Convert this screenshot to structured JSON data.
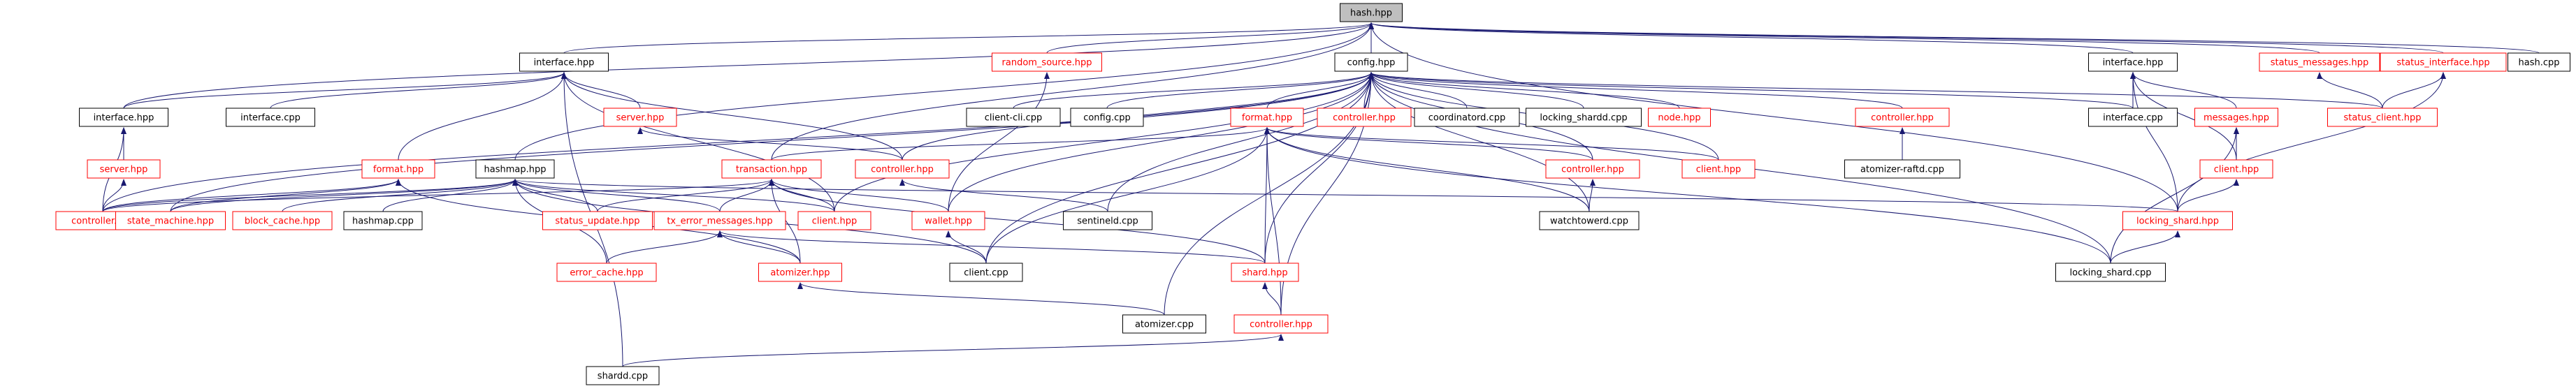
{
  "graph": {
    "colors": {
      "highlight_fill": "#bfbfbf",
      "node_fill": "#ffffff",
      "black_border": "#000000",
      "red_border": "#ff0000",
      "edge": "#191970",
      "text_normal": "#000000",
      "text_red": "#ff0000"
    },
    "nodes": {
      "hash_hpp": {
        "label": "hash.hpp",
        "style": "highlight"
      },
      "interface_hpp_a": {
        "label": "interface.hpp",
        "style": "black"
      },
      "random_source_hpp": {
        "label": "random_source.hpp",
        "style": "red"
      },
      "config_hpp": {
        "label": "config.hpp",
        "style": "black"
      },
      "interface_hpp_b": {
        "label": "interface.hpp",
        "style": "black"
      },
      "status_messages_hpp": {
        "label": "status_messages.hpp",
        "style": "red"
      },
      "status_interface_hpp": {
        "label": "status_interface.hpp",
        "style": "red"
      },
      "hash_cpp": {
        "label": "hash.cpp",
        "style": "black"
      },
      "interface_hpp_c": {
        "label": "interface.hpp",
        "style": "black"
      },
      "interface_cpp_a": {
        "label": "interface.cpp",
        "style": "black"
      },
      "server_hpp_a": {
        "label": "server.hpp",
        "style": "red"
      },
      "client_cli_cpp": {
        "label": "client-cli.cpp",
        "style": "black"
      },
      "config_cpp": {
        "label": "config.cpp",
        "style": "black"
      },
      "format_hpp_a": {
        "label": "format.hpp",
        "style": "red"
      },
      "controller_hpp_a": {
        "label": "controller.hpp",
        "style": "red"
      },
      "coordinatord_cpp": {
        "label": "coordinatord.cpp",
        "style": "black"
      },
      "locking_shardd_cpp": {
        "label": "locking_shardd.cpp",
        "style": "black"
      },
      "node_hpp": {
        "label": "node.hpp",
        "style": "red"
      },
      "controller_hpp_b": {
        "label": "controller.hpp",
        "style": "red"
      },
      "interface_cpp_b": {
        "label": "interface.cpp",
        "style": "black"
      },
      "messages_hpp": {
        "label": "messages.hpp",
        "style": "red"
      },
      "status_client_hpp": {
        "label": "status_client.hpp",
        "style": "red"
      },
      "server_hpp_b": {
        "label": "server.hpp",
        "style": "red"
      },
      "format_hpp_b": {
        "label": "format.hpp",
        "style": "red"
      },
      "hashmap_hpp": {
        "label": "hashmap.hpp",
        "style": "black"
      },
      "transaction_hpp": {
        "label": "transaction.hpp",
        "style": "red"
      },
      "controller_hpp_c": {
        "label": "controller.hpp",
        "style": "red"
      },
      "controller_hpp_d": {
        "label": "controller.hpp",
        "style": "red"
      },
      "client_hpp_a": {
        "label": "client.hpp",
        "style": "red"
      },
      "atomizer_raftd_cpp": {
        "label": "atomizer-raftd.cpp",
        "style": "black"
      },
      "client_hpp_b": {
        "label": "client.hpp",
        "style": "red"
      },
      "controller_hpp_e": {
        "label": "controller.hpp",
        "style": "red"
      },
      "state_machine_hpp": {
        "label": "state_machine.hpp",
        "style": "red"
      },
      "block_cache_hpp": {
        "label": "block_cache.hpp",
        "style": "red"
      },
      "hashmap_cpp": {
        "label": "hashmap.cpp",
        "style": "black"
      },
      "status_update_hpp": {
        "label": "status_update.hpp",
        "style": "red"
      },
      "tx_error_messages_hpp": {
        "label": "tx_error_messages.hpp",
        "style": "red"
      },
      "client_hpp_c": {
        "label": "client.hpp",
        "style": "red"
      },
      "wallet_hpp": {
        "label": "wallet.hpp",
        "style": "red"
      },
      "sentineld_cpp": {
        "label": "sentineld.cpp",
        "style": "black"
      },
      "watchtowerd_cpp": {
        "label": "watchtowerd.cpp",
        "style": "black"
      },
      "locking_shard_hpp": {
        "label": "locking_shard.hpp",
        "style": "red"
      },
      "error_cache_hpp": {
        "label": "error_cache.hpp",
        "style": "red"
      },
      "atomizer_hpp": {
        "label": "atomizer.hpp",
        "style": "red"
      },
      "client_cpp": {
        "label": "client.cpp",
        "style": "black"
      },
      "shard_hpp": {
        "label": "shard.hpp",
        "style": "red"
      },
      "locking_shard_cpp": {
        "label": "locking_shard.cpp",
        "style": "black"
      },
      "atomizer_cpp": {
        "label": "atomizer.cpp",
        "style": "black"
      },
      "controller_hpp_f": {
        "label": "controller.hpp",
        "style": "red"
      },
      "shardd_cpp": {
        "label": "shardd.cpp",
        "style": "black"
      }
    },
    "edges": [
      [
        "interface_hpp_a",
        "hash_hpp"
      ],
      [
        "random_source_hpp",
        "hash_hpp"
      ],
      [
        "config_hpp",
        "hash_hpp"
      ],
      [
        "interface_hpp_b",
        "hash_hpp"
      ],
      [
        "status_messages_hpp",
        "hash_hpp"
      ],
      [
        "status_interface_hpp",
        "hash_hpp"
      ],
      [
        "hash_cpp",
        "hash_hpp"
      ],
      [
        "interface_hpp_c",
        "hash_hpp"
      ],
      [
        "hashmap_hpp",
        "hash_hpp"
      ],
      [
        "transaction_hpp",
        "hash_hpp"
      ],
      [
        "locking_shard_hpp",
        "hash_hpp"
      ],
      [
        "interface_hpp_c",
        "interface_hpp_a"
      ],
      [
        "interface_cpp_a",
        "interface_hpp_a"
      ],
      [
        "server_hpp_a",
        "interface_hpp_a"
      ],
      [
        "format_hpp_b",
        "interface_hpp_a"
      ],
      [
        "controller_hpp_c",
        "interface_hpp_a"
      ],
      [
        "client_hpp_c",
        "interface_hpp_a"
      ],
      [
        "wallet_hpp",
        "random_source_hpp"
      ],
      [
        "client_cli_cpp",
        "config_hpp"
      ],
      [
        "config_cpp",
        "config_hpp"
      ],
      [
        "format_hpp_a",
        "config_hpp"
      ],
      [
        "controller_hpp_a",
        "config_hpp"
      ],
      [
        "coordinatord_cpp",
        "config_hpp"
      ],
      [
        "locking_shardd_cpp",
        "config_hpp"
      ],
      [
        "node_hpp",
        "config_hpp"
      ],
      [
        "controller_hpp_b",
        "config_hpp"
      ],
      [
        "interface_cpp_b",
        "config_hpp"
      ],
      [
        "status_client_hpp",
        "config_hpp"
      ],
      [
        "controller_hpp_c",
        "config_hpp"
      ],
      [
        "controller_hpp_d",
        "config_hpp"
      ],
      [
        "client_hpp_a",
        "config_hpp"
      ],
      [
        "watchtowerd_cpp",
        "config_hpp"
      ],
      [
        "sentineld_cpp",
        "config_hpp"
      ],
      [
        "client_hpp_c",
        "config_hpp"
      ],
      [
        "wallet_hpp",
        "config_hpp"
      ],
      [
        "client_cpp",
        "config_hpp"
      ],
      [
        "shard_hpp",
        "config_hpp"
      ],
      [
        "atomizer_cpp",
        "config_hpp"
      ],
      [
        "controller_hpp_f",
        "config_hpp"
      ],
      [
        "locking_shard_cpp",
        "config_hpp"
      ],
      [
        "controller_hpp_e",
        "config_hpp"
      ],
      [
        "state_machine_hpp",
        "config_hpp"
      ],
      [
        "interface_cpp_b",
        "interface_hpp_b"
      ],
      [
        "messages_hpp",
        "interface_hpp_b"
      ],
      [
        "client_hpp_b",
        "interface_hpp_b"
      ],
      [
        "locking_shard_hpp",
        "interface_hpp_b"
      ],
      [
        "status_client_hpp",
        "status_messages_hpp"
      ],
      [
        "status_client_hpp",
        "status_interface_hpp"
      ],
      [
        "locking_shard_hpp",
        "status_interface_hpp"
      ],
      [
        "server_hpp_b",
        "interface_hpp_c"
      ],
      [
        "controller_hpp_e",
        "interface_hpp_c"
      ],
      [
        "controller_hpp_e",
        "server_hpp_b"
      ],
      [
        "controller_hpp_c",
        "server_hpp_a"
      ],
      [
        "transaction_hpp",
        "format_hpp_a"
      ],
      [
        "controller_hpp_d",
        "format_hpp_a"
      ],
      [
        "client_hpp_a",
        "format_hpp_a"
      ],
      [
        "watchtowerd_cpp",
        "format_hpp_a"
      ],
      [
        "shard_hpp",
        "format_hpp_a"
      ],
      [
        "controller_hpp_f",
        "format_hpp_a"
      ],
      [
        "locking_shard_cpp",
        "format_hpp_a"
      ],
      [
        "client_cpp",
        "format_hpp_a"
      ],
      [
        "atomizer_raftd_cpp",
        "controller_hpp_b"
      ],
      [
        "client_hpp_b",
        "messages_hpp"
      ],
      [
        "locking_shard_cpp",
        "messages_hpp"
      ],
      [
        "locking_shard_hpp",
        "client_hpp_b"
      ],
      [
        "locking_shard_cpp",
        "locking_shard_hpp"
      ],
      [
        "controller_hpp_e",
        "format_hpp_b"
      ],
      [
        "state_machine_hpp",
        "format_hpp_b"
      ],
      [
        "atomizer_hpp",
        "format_hpp_b"
      ],
      [
        "controller_hpp_e",
        "hashmap_hpp"
      ],
      [
        "state_machine_hpp",
        "hashmap_hpp"
      ],
      [
        "block_cache_hpp",
        "hashmap_hpp"
      ],
      [
        "hashmap_cpp",
        "hashmap_hpp"
      ],
      [
        "status_update_hpp",
        "hashmap_hpp"
      ],
      [
        "tx_error_messages_hpp",
        "hashmap_hpp"
      ],
      [
        "client_hpp_c",
        "hashmap_hpp"
      ],
      [
        "error_cache_hpp",
        "hashmap_hpp"
      ],
      [
        "client_cpp",
        "hashmap_hpp"
      ],
      [
        "locking_shard_hpp",
        "hashmap_hpp"
      ],
      [
        "controller_hpp_e",
        "transaction_hpp"
      ],
      [
        "status_update_hpp",
        "transaction_hpp"
      ],
      [
        "tx_error_messages_hpp",
        "transaction_hpp"
      ],
      [
        "client_hpp_c",
        "transaction_hpp"
      ],
      [
        "wallet_hpp",
        "transaction_hpp"
      ],
      [
        "shard_hpp",
        "transaction_hpp"
      ],
      [
        "atomizer_hpp",
        "transaction_hpp"
      ],
      [
        "sentineld_cpp",
        "controller_hpp_c"
      ],
      [
        "watchtowerd_cpp",
        "controller_hpp_d"
      ],
      [
        "error_cache_hpp",
        "tx_error_messages_hpp"
      ],
      [
        "atomizer_hpp",
        "tx_error_messages_hpp"
      ],
      [
        "shard_hpp",
        "tx_error_messages_hpp"
      ],
      [
        "client_cpp",
        "wallet_hpp"
      ],
      [
        "atomizer_cpp",
        "atomizer_hpp"
      ],
      [
        "controller_hpp_f",
        "shard_hpp"
      ],
      [
        "shardd_cpp",
        "controller_hpp_f"
      ],
      [
        "shardd_cpp",
        "interface_hpp_a"
      ]
    ]
  }
}
